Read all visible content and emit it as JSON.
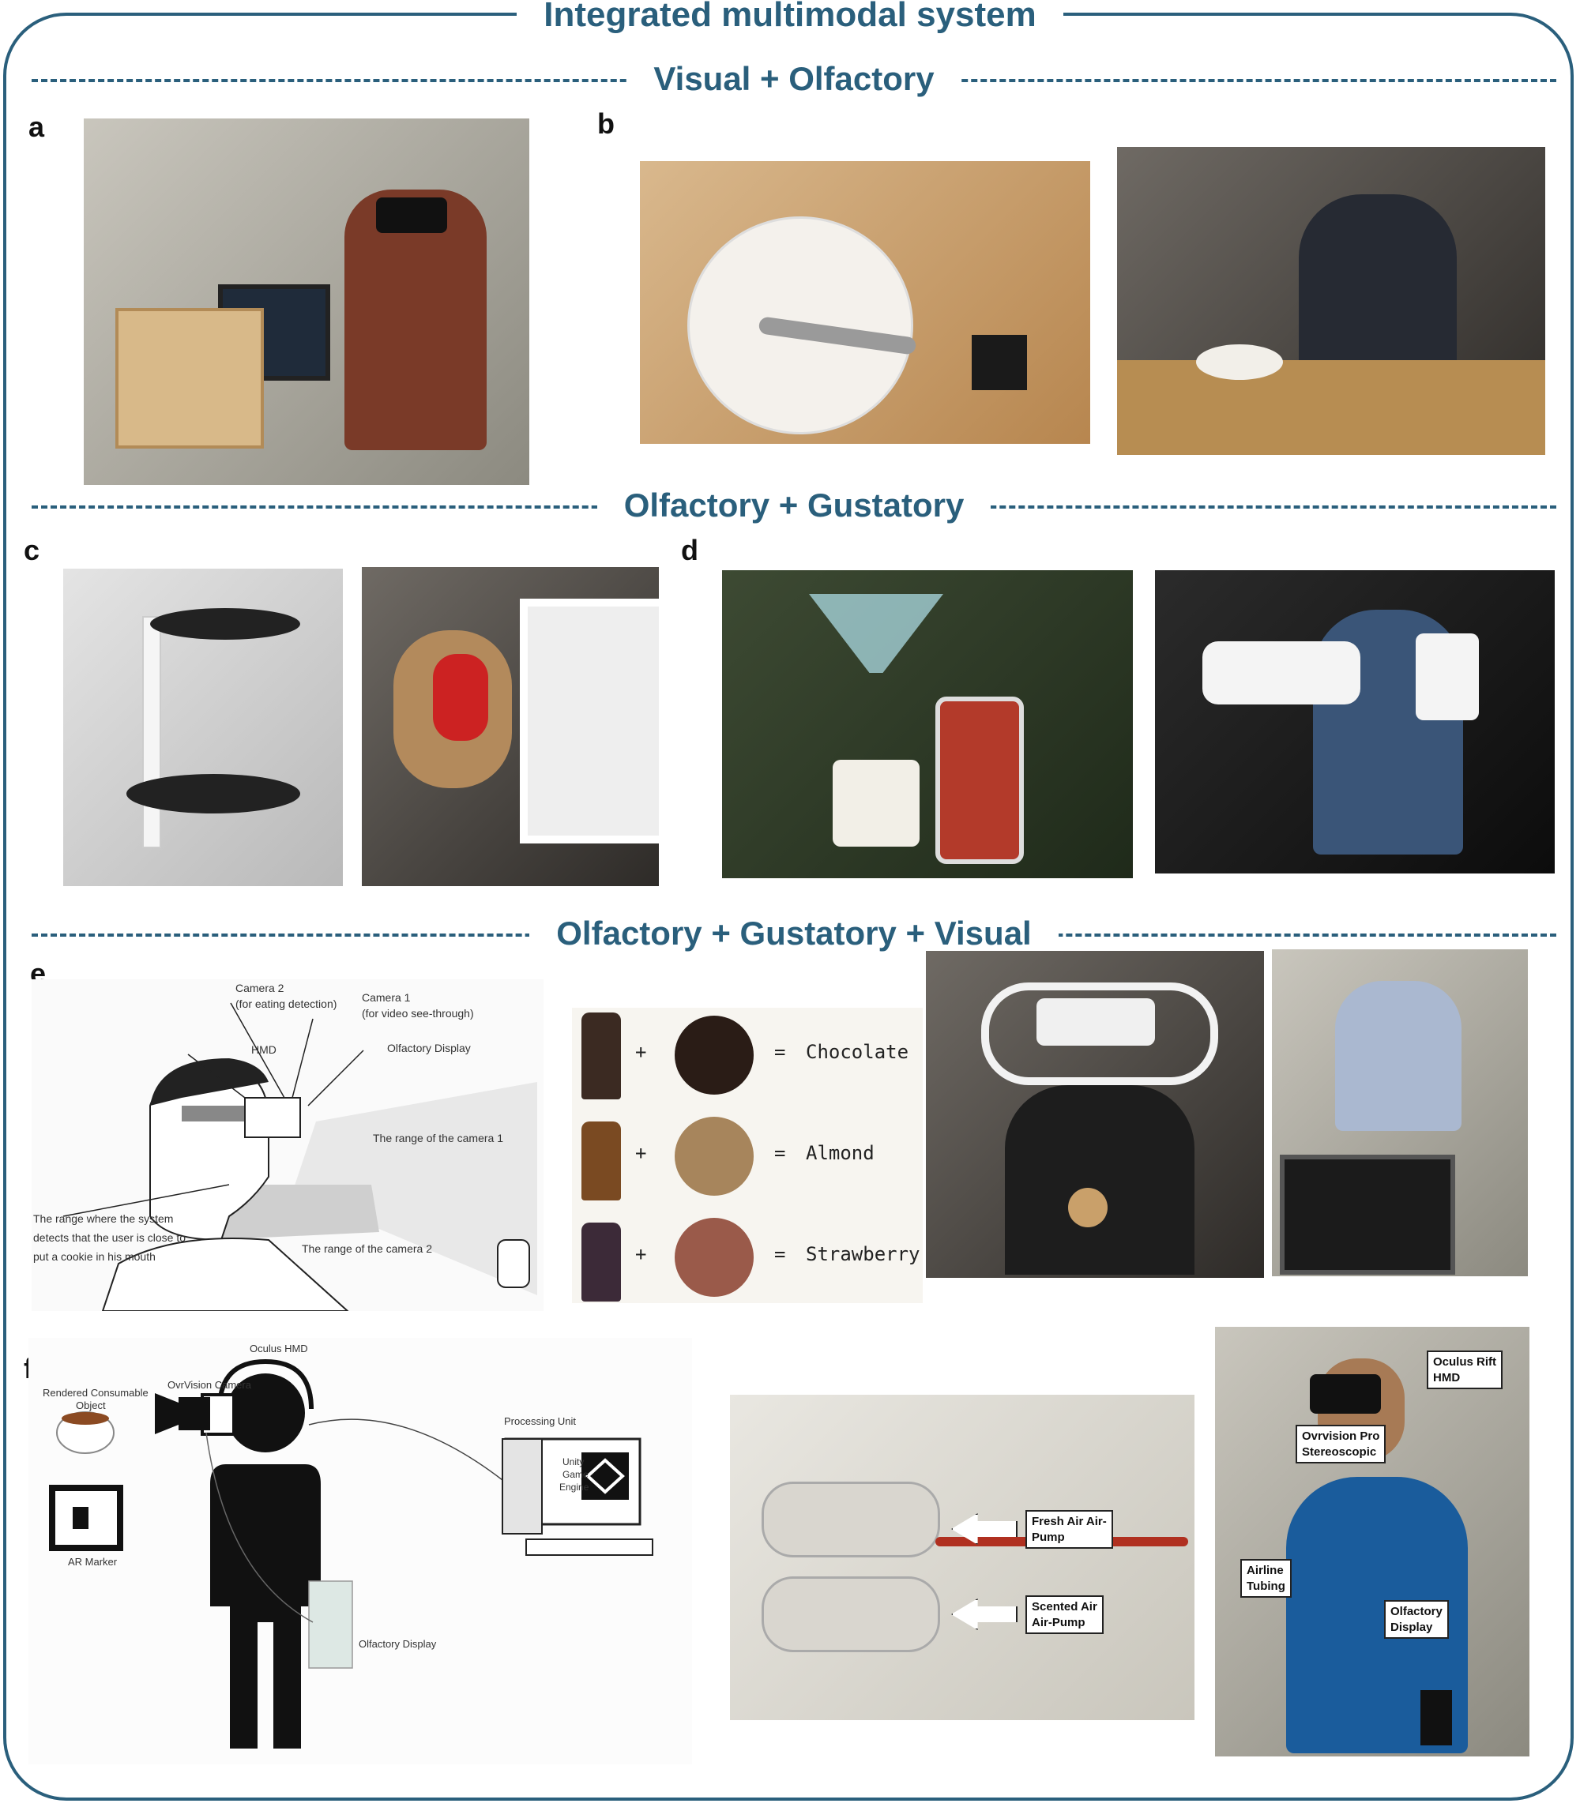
{
  "title": "Integrated multimodal system",
  "sections": {
    "visual_olfactory": "Visual + Olfactory",
    "olfactory_gustatory": "Olfactory + Gustatory",
    "olfactory_gustatory_visual": "Olfactory + Gustatory + Visual"
  },
  "panels": {
    "a": "a",
    "b": "b",
    "c": "c",
    "d": "d",
    "e": "e",
    "f": "f"
  },
  "panel_e": {
    "camera2": "Camera 2",
    "camera2_note": "(for eating detection)",
    "camera1": "Camera 1",
    "camera1_note": "(for video see-through)",
    "hmd": "HMD",
    "olfactory_display": "Olfactory Display",
    "range_camera1": "The range of the camera 1",
    "range_camera2": "The range of the camera 2",
    "detect_line1": "The range where the system",
    "detect_line2": "detects that the user is close to",
    "detect_line3": "put a cookie in his mouth",
    "plus": "+",
    "equals": "=",
    "flavors": [
      "Chocolate",
      "Almond",
      "Strawberry"
    ]
  },
  "panel_f": {
    "oculus_hmd": "Oculus HMD",
    "ovrvision_camera": "OvrVision Camera",
    "rendered_object_line1": "Rendered Consumable",
    "rendered_object_line2": "Object",
    "ar_marker": "AR Marker",
    "processing_unit": "Processing Unit",
    "unity_line1": "Unity",
    "unity_line2": "Game",
    "unity_line3": "Engine",
    "olfactory_display": "Olfactory Display",
    "fresh_air_line1": "Fresh Air Air-",
    "fresh_air_line2": "Pump",
    "scented_air_line1": "Scented Air",
    "scented_air_line2": "Air-Pump",
    "oculus_rift_line1": "Oculus Rift",
    "oculus_rift_line2": "HMD",
    "ovrvision_pro_line1": "Ovrvision Pro",
    "ovrvision_pro_line2": "Stereoscopic",
    "airline_line1": "Airline",
    "airline_line2": "Tubing",
    "olf_display_line1": "Olfactory",
    "olf_display_line2": "Display"
  }
}
